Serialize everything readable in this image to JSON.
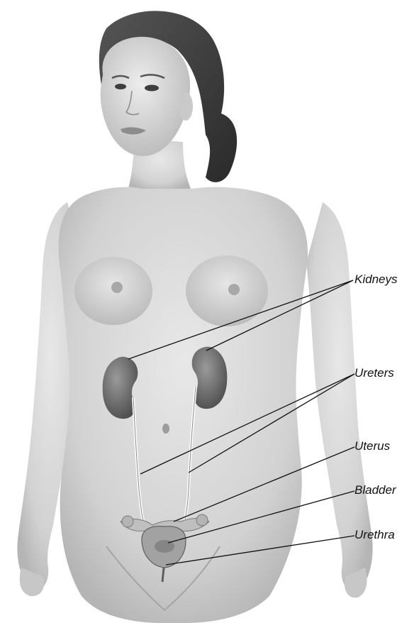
{
  "labels": {
    "kidneys": "Kidneys",
    "ureters": "Ureters",
    "uterus": "Uterus",
    "bladder": "Bladder",
    "urethra": "Urethra"
  },
  "colors": {
    "skin": "#d9d9d9",
    "skin_shadow": "#a9a9a9",
    "hair": "#3a3a3a",
    "kidney": "#6e6e6e",
    "organ_light": "#c8c8c8",
    "line": "#111111",
    "background": "#ffffff"
  }
}
